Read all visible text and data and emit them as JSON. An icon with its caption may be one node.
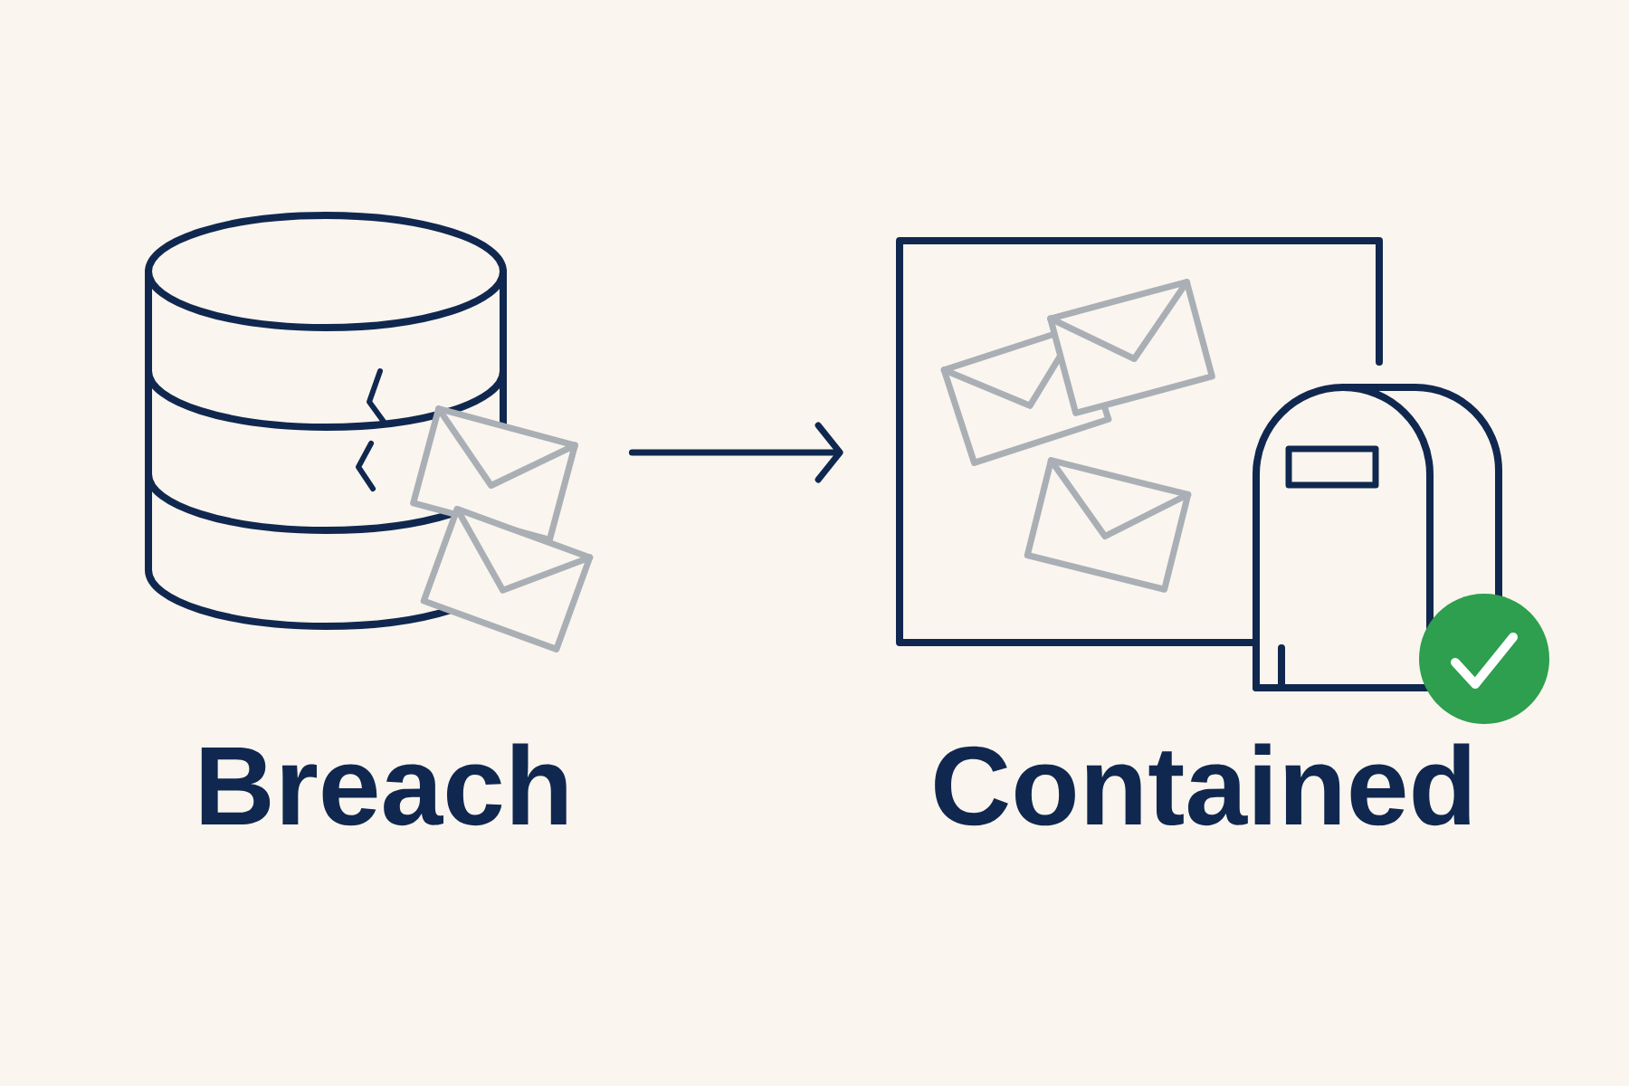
{
  "diagram": {
    "nodes": [
      {
        "text": [
          "Breach"
        ]
      },
      {
        "text": [
          "Contained"
        ]
      }
    ],
    "edges": [
      {
        "from": 0,
        "to": 1,
        "arrow": "to"
      }
    ]
  }
}
